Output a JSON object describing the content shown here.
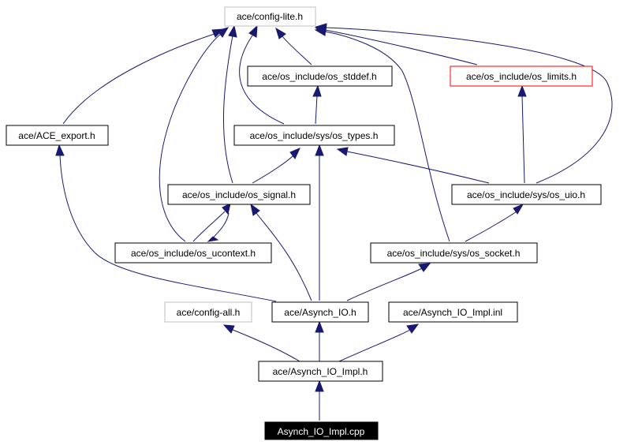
{
  "nodes": {
    "config_lite": "ace/config-lite.h",
    "os_stddef": "ace/os_include/os_stddef.h",
    "os_limits": "ace/os_include/os_limits.h",
    "ace_export": "ace/ACE_export.h",
    "os_types": "ace/os_include/sys/os_types.h",
    "os_signal": "ace/os_include/os_signal.h",
    "os_uio": "ace/os_include/sys/os_uio.h",
    "os_ucontext": "ace/os_include/os_ucontext.h",
    "os_socket": "ace/os_include/sys/os_socket.h",
    "config_all": "ace/config-all.h",
    "asynch_io": "ace/Asynch_IO.h",
    "asynch_io_impl_inl": "ace/Asynch_IO_Impl.inl",
    "asynch_io_impl": "ace/Asynch_IO_Impl.h",
    "root": "Asynch_IO_Impl.cpp"
  },
  "colors": {
    "edge": "#191970",
    "border_default": "#000000",
    "border_gray": "#bfbfbf",
    "border_red": "#ff0000",
    "root_fill": "#000000",
    "root_text": "#ffffff"
  }
}
